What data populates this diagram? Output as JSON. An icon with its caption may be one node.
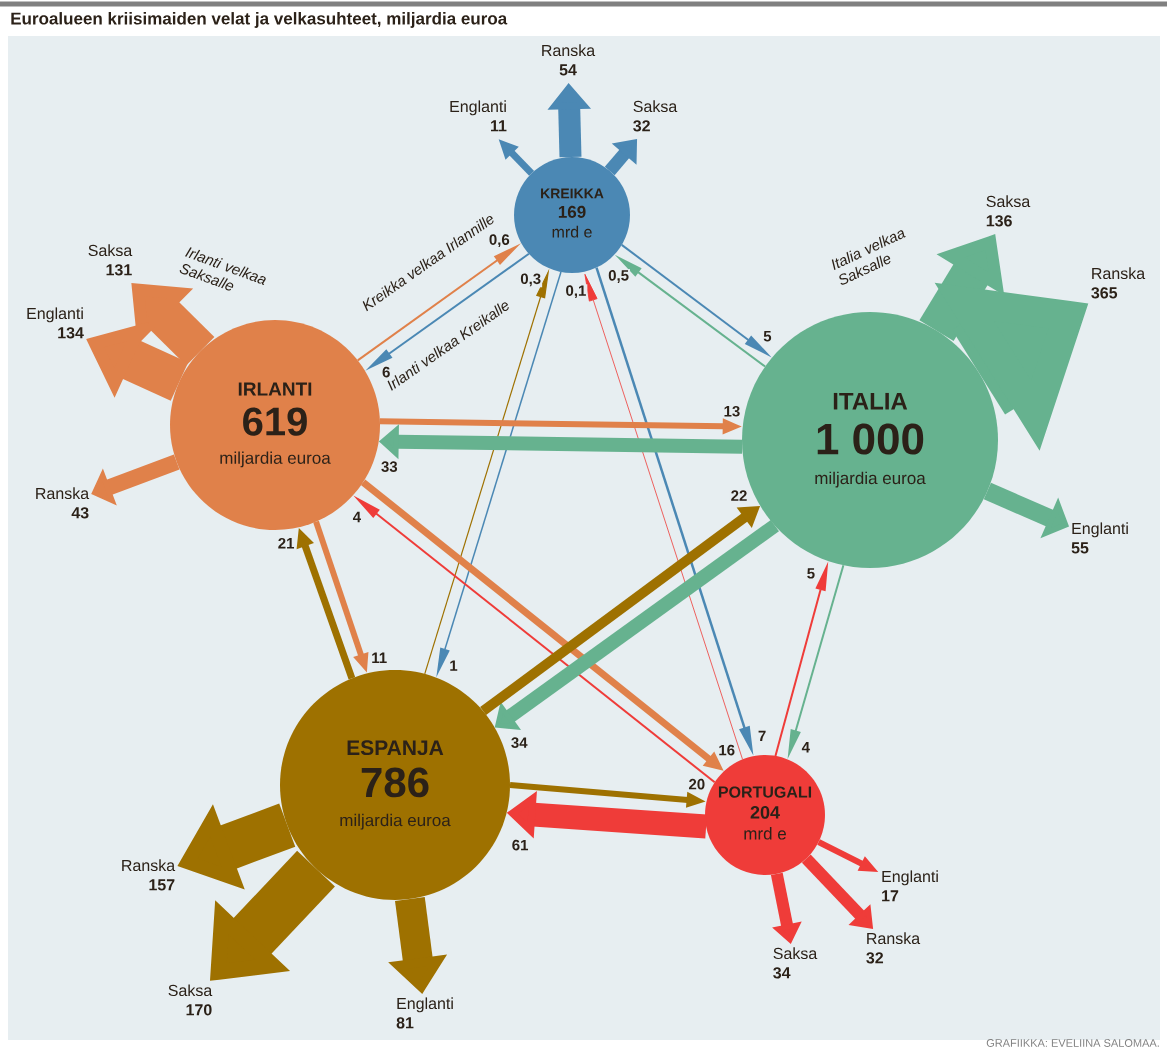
{
  "diagram": {
    "title": "Euroalueen kriisimaiden velat ja velkasuhteet, miljardia euroa",
    "caption": "GRAFIIKKA: EVELIINA SALOMAA.",
    "nodes": [
      {
        "text": [
          "KREIKKA",
          "169",
          "mrd e"
        ]
      },
      {
        "text": [
          "IRLANTI",
          "619",
          "miljardia euroa"
        ]
      },
      {
        "text": [
          "ITALIA",
          "1 000",
          "miljardia euroa"
        ]
      },
      {
        "text": [
          "ESPANJA",
          "786",
          "miljardia euroa"
        ]
      },
      {
        "text": [
          "PORTUGALI",
          "204",
          "mrd e"
        ]
      },
      {
        "text": [
          "Englanti",
          "11"
        ]
      },
      {
        "text": [
          "Ranska",
          "54"
        ]
      },
      {
        "text": [
          "Saksa",
          "32"
        ]
      },
      {
        "text": [
          "Saksa",
          "131"
        ]
      },
      {
        "text": [
          "Englanti",
          "134"
        ]
      },
      {
        "text": [
          "Ranska",
          "43"
        ]
      },
      {
        "text": [
          "Saksa",
          "136"
        ]
      },
      {
        "text": [
          "Ranska",
          "365"
        ]
      },
      {
        "text": [
          "Englanti",
          "55"
        ]
      },
      {
        "text": [
          "Ranska",
          "157"
        ]
      },
      {
        "text": [
          "Saksa",
          "170"
        ]
      },
      {
        "text": [
          "Englanti",
          "81"
        ]
      },
      {
        "text": [
          "Englanti",
          "17"
        ]
      },
      {
        "text": [
          "Ranska",
          "32"
        ]
      },
      {
        "text": [
          "Saksa",
          "34"
        ]
      }
    ],
    "edges": [
      {
        "from": 0,
        "to": 1,
        "arrow": "to",
        "label": "6",
        "color": "#4b88b4"
      },
      {
        "from": 1,
        "to": 0,
        "arrow": "to",
        "label": "0,6",
        "color": "#e0814a"
      },
      {
        "from": 2,
        "to": 0,
        "arrow": "to",
        "label": "0,5",
        "color": "#66b28f"
      },
      {
        "from": 0,
        "to": 2,
        "arrow": "to",
        "label": "5",
        "color": "#4b88b4"
      },
      {
        "from": 3,
        "to": 0,
        "arrow": "to",
        "label": "0,3",
        "color": "#9e7100"
      },
      {
        "from": 0,
        "to": 3,
        "arrow": "to",
        "label": "1",
        "color": "#4b88b4"
      },
      {
        "from": 4,
        "to": 0,
        "arrow": "to",
        "label": "0,1",
        "color": "#ef3c39"
      },
      {
        "from": 0,
        "to": 4,
        "arrow": "to",
        "label": "7",
        "color": "#4b88b4"
      },
      {
        "from": 1,
        "to": 2,
        "arrow": "to",
        "label": "13",
        "color": "#e0814a"
      },
      {
        "from": 2,
        "to": 1,
        "arrow": "to",
        "label": "33",
        "style": "thick",
        "color": "#66b28f"
      },
      {
        "from": 1,
        "to": 3,
        "arrow": "to",
        "label": "11",
        "color": "#e0814a"
      },
      {
        "from": 3,
        "to": 1,
        "arrow": "to",
        "label": "21",
        "color": "#9e7100"
      },
      {
        "from": 1,
        "to": 4,
        "arrow": "to",
        "label": "16",
        "color": "#e0814a"
      },
      {
        "from": 4,
        "to": 1,
        "arrow": "to",
        "label": "4",
        "color": "#ef3c39"
      },
      {
        "from": 2,
        "to": 3,
        "arrow": "to",
        "label": "34",
        "style": "thick",
        "color": "#66b28f"
      },
      {
        "from": 3,
        "to": 2,
        "arrow": "to",
        "label": "22",
        "color": "#9e7100"
      },
      {
        "from": 2,
        "to": 4,
        "arrow": "to",
        "label": "4",
        "color": "#66b28f"
      },
      {
        "from": 4,
        "to": 2,
        "arrow": "to",
        "label": "5",
        "color": "#ef3c39"
      },
      {
        "from": 3,
        "to": 4,
        "arrow": "to",
        "label": "20",
        "color": "#9e7100"
      },
      {
        "from": 4,
        "to": 3,
        "arrow": "to",
        "label": "61",
        "style": "thick",
        "color": "#ef3c39"
      },
      {
        "from": 0,
        "to": 5,
        "arrow": "to",
        "color": "#4b88b4"
      },
      {
        "from": 0,
        "to": 6,
        "arrow": "to",
        "style": "thick",
        "color": "#4b88b4"
      },
      {
        "from": 0,
        "to": 7,
        "arrow": "to",
        "style": "thick",
        "color": "#4b88b4"
      },
      {
        "from": 1,
        "to": 8,
        "arrow": "to",
        "style": "thick",
        "color": "#e0814a"
      },
      {
        "from": 1,
        "to": 9,
        "arrow": "to",
        "style": "thick",
        "color": "#e0814a"
      },
      {
        "from": 1,
        "to": 10,
        "arrow": "to",
        "style": "thick",
        "color": "#e0814a"
      },
      {
        "from": 2,
        "to": 11,
        "arrow": "to",
        "style": "thick",
        "color": "#66b28f"
      },
      {
        "from": 2,
        "to": 12,
        "arrow": "to",
        "style": "thick",
        "color": "#66b28f"
      },
      {
        "from": 2,
        "to": 13,
        "arrow": "to",
        "style": "thick",
        "color": "#66b28f"
      },
      {
        "from": 3,
        "to": 14,
        "arrow": "to",
        "style": "thick",
        "color": "#9e7100"
      },
      {
        "from": 3,
        "to": 15,
        "arrow": "to",
        "style": "thick",
        "color": "#9e7100"
      },
      {
        "from": 3,
        "to": 16,
        "arrow": "to",
        "style": "thick",
        "color": "#9e7100"
      },
      {
        "from": 4,
        "to": 17,
        "arrow": "to",
        "color": "#ef3c39"
      },
      {
        "from": 4,
        "to": 18,
        "arrow": "to",
        "color": "#ef3c39"
      },
      {
        "from": 4,
        "to": 19,
        "arrow": "to",
        "color": "#ef3c39"
      }
    ],
    "labels": [
      "Kreikka velkaa Irlannille",
      "Irlanti velkaa Kreikalle",
      "Irlanti velkaa Saksalle",
      "Italia velkaa Saksalle"
    ]
  }
}
